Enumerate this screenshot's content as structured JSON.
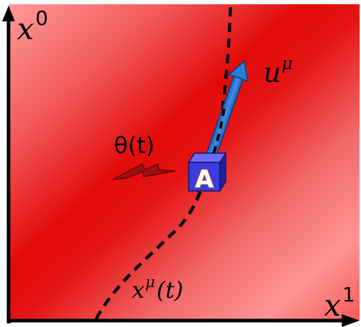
{
  "axes": {
    "vertical_label": "x",
    "vertical_superscript": "0",
    "horizontal_label": "x",
    "horizontal_superscript": "1"
  },
  "worldline": {
    "label": "x",
    "label_superscript": "μ",
    "label_suffix": "(t)"
  },
  "velocity": {
    "label": "u",
    "label_superscript": "μ"
  },
  "signal": {
    "label": "θ(t)"
  },
  "observer": {
    "letter": "A"
  },
  "colors": {
    "field_light": "#ff8a8a",
    "field_dark": "#e00000",
    "worldline": "#000000",
    "velocity_arrow": "#1f6fc9",
    "velocity_outline": "#0b3a78",
    "signal_bolt": "#9a1010",
    "cube_front": "#3b3be0",
    "cube_top": "#6a6af5",
    "cube_side": "#2020a0",
    "letter_fill": "#ffffff",
    "letter_outline": "#cc6a00"
  }
}
